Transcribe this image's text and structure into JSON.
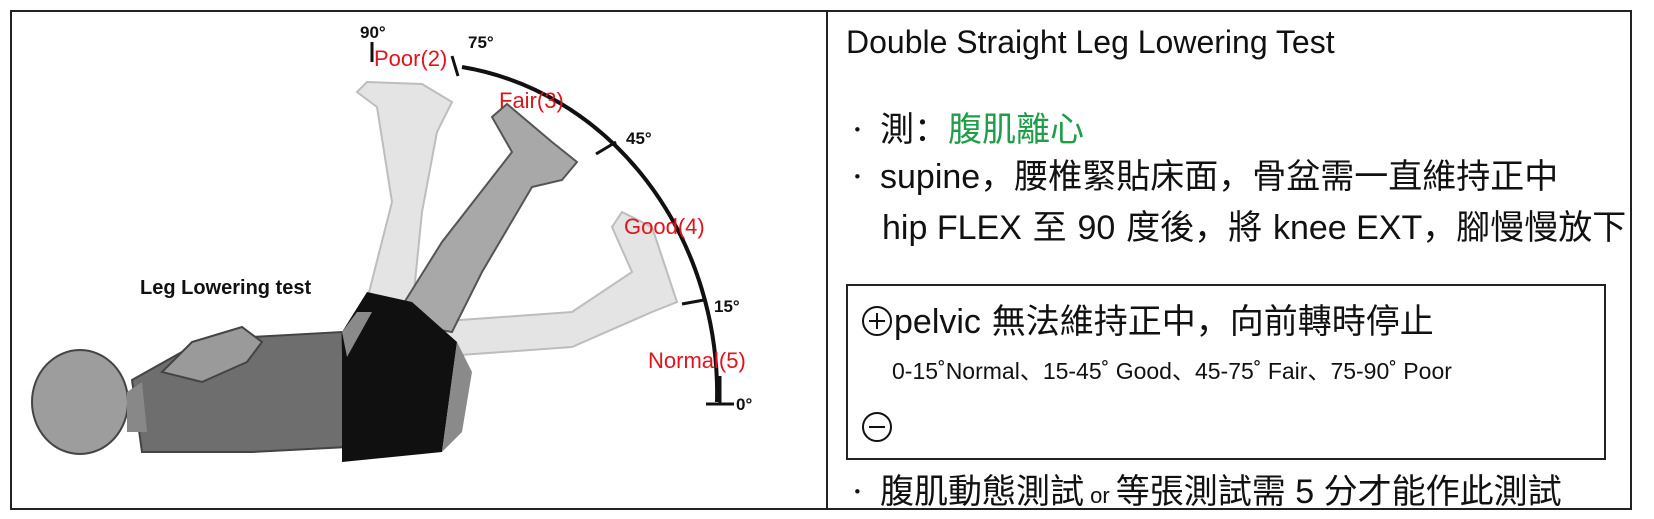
{
  "illustration": {
    "test_label": "Leg Lowering test",
    "angles": {
      "a90": "90°",
      "a75": "75°",
      "a45": "45°",
      "a15": "15°",
      "a0": "0°"
    },
    "grades": {
      "poor": "Poor(2)",
      "fair": "Fair(3)",
      "good": "Good(4)",
      "normal": "Normal(5)"
    },
    "grade_color": "#e0141e"
  },
  "panel": {
    "title": "Double Straight Leg Lowering Test",
    "bullet_glyph": "·",
    "measure_label": "測：",
    "measure_value": "腹肌離心",
    "step_line1_a": "supine",
    "step_line1_b": "，腰椎緊貼床面，骨盆需一直維持正中",
    "step_line2_a": "hip FLEX",
    "step_line2_b": " 至 ",
    "step_line2_c": "90",
    "step_line2_d": " 度後，將 ",
    "step_line2_e": "knee EXT",
    "step_line2_f": "，腳慢慢放下",
    "positive_a": "pelvic",
    "positive_b": " 無法維持正中，向前轉時停止",
    "scale": "0-15˚Normal、15-45˚ Good、45-75˚ Fair、75-90˚ Poor",
    "prereq_a": "腹肌動態測試",
    "prereq_or": " or ",
    "prereq_b": "等張測試需",
    "prereq_c": " 5 ",
    "prereq_d": "分才能作此測試",
    "accent_color": "#1f9e4a"
  }
}
